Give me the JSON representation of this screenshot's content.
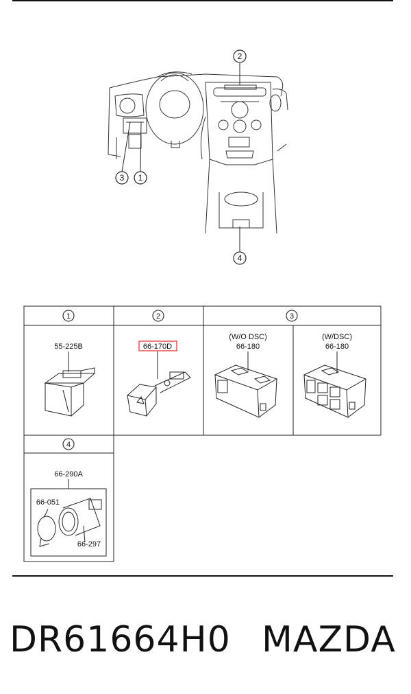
{
  "callouts": {
    "dash": [
      "2",
      "3",
      "1",
      "4"
    ]
  },
  "table": {
    "headers": [
      "1",
      "2",
      "3"
    ],
    "row2_header": "4",
    "cells": [
      {
        "part": "55-225B"
      },
      {
        "part": "66-170D",
        "highlight_color": "#e53935"
      },
      {
        "note": "(W/O DSC)",
        "part": "66-180"
      },
      {
        "note": "(W/DSC)",
        "part": "66-180"
      }
    ],
    "cell4": {
      "part": "66-290A",
      "sub1": "66-051",
      "sub2": "66-297"
    }
  },
  "footer": {
    "part_number": "DR61664H0",
    "brand": "MAZDA"
  }
}
